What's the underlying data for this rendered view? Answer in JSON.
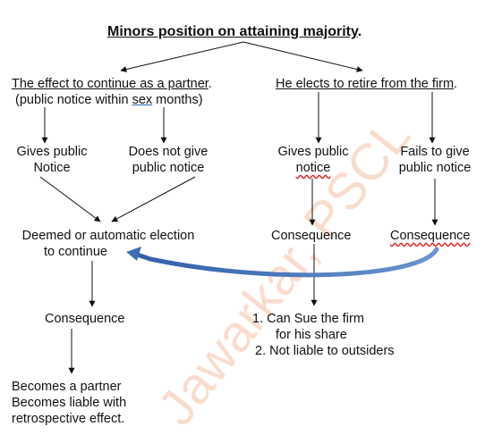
{
  "title": "Minors position on attaining majority",
  "title_suffix": ".",
  "left_branch": {
    "heading": "The effect to continue as a partner",
    "heading_suffix": ".",
    "note_pre": "(public notice within ",
    "note_word": "sex",
    "note_post": " months)"
  },
  "right_branch": {
    "heading": "He elects to retire from the firm",
    "heading_suffix": "."
  },
  "nodes": {
    "gives_public_notice_left": {
      "line1": "Gives public",
      "line2": "Notice"
    },
    "does_not_give": {
      "line1": "Does not give",
      "line2": "public notice"
    },
    "gives_public_notice_right": {
      "line1": "Gives public",
      "line2": "notice"
    },
    "fails_to_give": {
      "line1": "Fails to give",
      "line2": "public notice"
    },
    "deemed": {
      "line1": "Deemed or automatic election",
      "line2": "to continue"
    },
    "consequence_right_1": "Consequence",
    "consequence_right_2": "Consequence",
    "consequence_left": "Consequence",
    "outcomes_right": {
      "line1": "1. Can Sue the firm",
      "line2": "for his share",
      "line3": "2. Not liable to outsiders"
    },
    "outcome_left": {
      "line1": "Becomes a partner",
      "line2": "Becomes liable with",
      "line3": "retrospective effect."
    }
  },
  "watermark": "Jawarkar, PSCL",
  "colors": {
    "arrow": "#111111",
    "curve": "#3d6eb5",
    "watermark": "#f3c8b0",
    "squiggle": "#d22222"
  }
}
